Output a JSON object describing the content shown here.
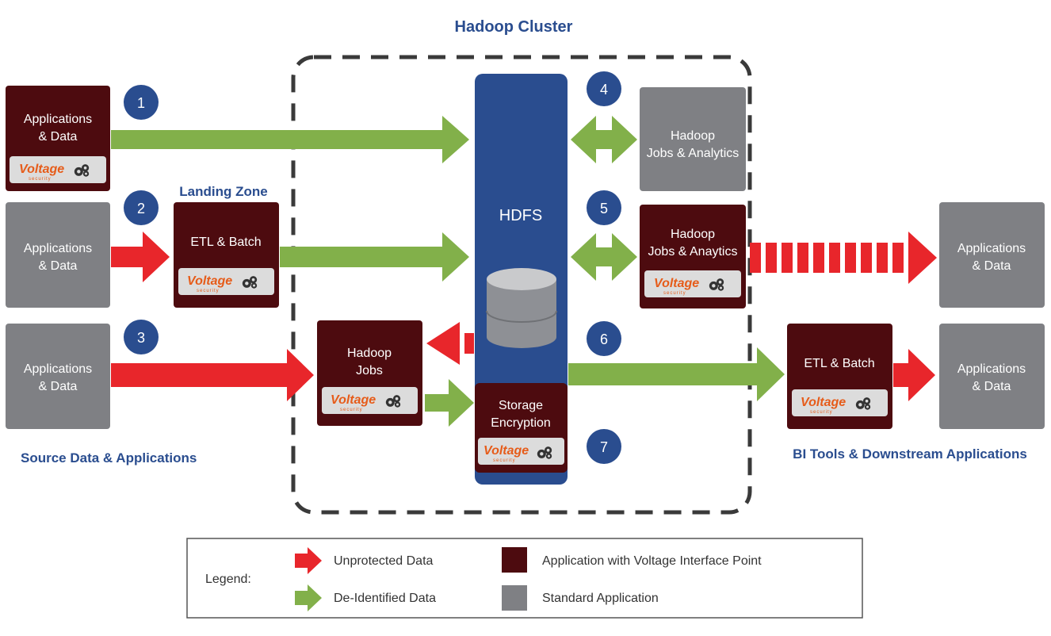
{
  "title": "Hadoop Cluster",
  "sections": {
    "landing_zone": "Landing Zone",
    "source": "Source Data & Applications",
    "bi_tools": "BI Tools & Downstream Applications"
  },
  "hdfs_label": "HDFS",
  "logo_text": "Voltage",
  "logo_sub": "security",
  "nodes": {
    "src1": [
      "Applications",
      "& Data"
    ],
    "src2": [
      "Applications",
      "& Data"
    ],
    "src3": [
      "Applications",
      "& Data"
    ],
    "etl_batch_1": [
      "ETL & Batch"
    ],
    "hadoop_jobs": [
      "Hadoop",
      "Jobs"
    ],
    "storage_encryption": [
      "Storage",
      "Encryption"
    ],
    "hadoop_jobs_analytics_1": [
      "Hadoop",
      "Jobs & Analytics"
    ],
    "hadoop_jobs_analytics_2": [
      "Hadoop",
      "Jobs & Anaytics"
    ],
    "etl_batch_2": [
      "ETL & Batch"
    ],
    "dst1": [
      "Applications",
      "& Data"
    ],
    "dst2": [
      "Applications",
      "& Data"
    ]
  },
  "step_numbers": [
    "1",
    "2",
    "3",
    "4",
    "5",
    "6",
    "7"
  ],
  "legend": {
    "label": "Legend:",
    "unprotected": "Unprotected Data",
    "deidentified": "De-Identified Data",
    "voltage_app": "Application with Voltage Interface Point",
    "standard_app": "Standard Application"
  },
  "colors": {
    "voltage_app": "#4d0b0f",
    "standard_app": "#7f8084",
    "hdfs": "#2a4d8f",
    "unprotected": "#e8262b",
    "deidentified": "#82b04a",
    "step_circle": "#2a4d8f"
  }
}
